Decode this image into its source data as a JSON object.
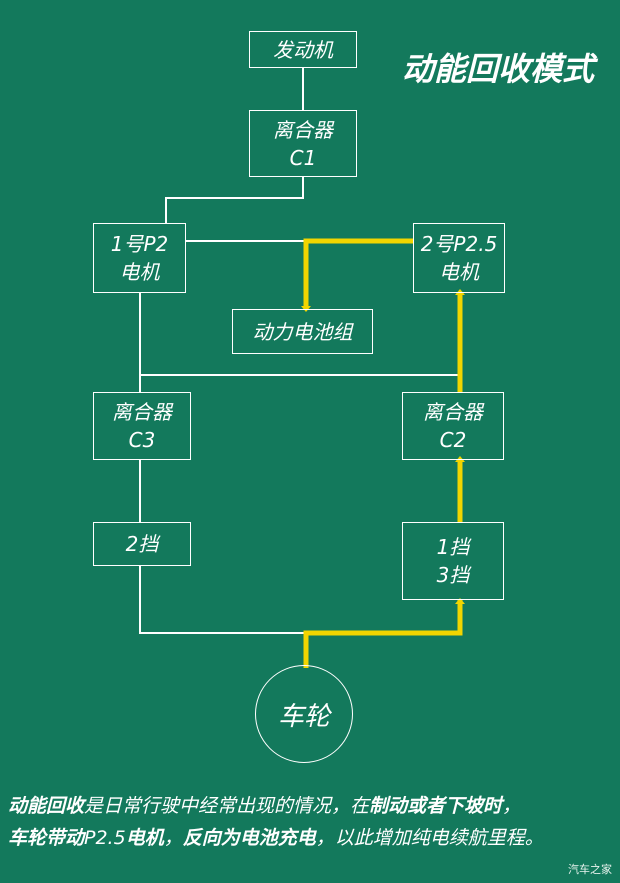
{
  "title": "动能回收模式",
  "nodes": {
    "engine": {
      "lines": [
        "发动机"
      ]
    },
    "clutch_c1": {
      "lines": [
        "离合器",
        "C1"
      ]
    },
    "motor_p2": {
      "lines": [
        "1号P2",
        "电机"
      ]
    },
    "motor_p25": {
      "lines": [
        "2号P2.5",
        "电机"
      ]
    },
    "battery": {
      "lines": [
        "动力电池组"
      ]
    },
    "clutch_c3": {
      "lines": [
        "离合器",
        "C3"
      ]
    },
    "clutch_c2": {
      "lines": [
        "离合器",
        "C2"
      ]
    },
    "gear_2": {
      "lines": [
        "2挡"
      ]
    },
    "gear_1_3": {
      "lines": [
        "1挡",
        "3挡"
      ]
    },
    "wheel": {
      "label": "车轮"
    }
  },
  "colors": {
    "background": "#13795c",
    "line": "#ffffff",
    "active_path": "#f2d500"
  },
  "caption": {
    "line1": [
      {
        "text": "动能回收",
        "bold": true
      },
      {
        "text": "是日常行驶中经常出现的情况，在",
        "bold": false
      },
      {
        "text": "制动或者下坡时",
        "bold": true
      },
      {
        "text": "，",
        "bold": false
      }
    ],
    "line2": [
      {
        "text": "车轮带动",
        "bold": true
      },
      {
        "text": "P2.5",
        "bold": false
      },
      {
        "text": "电机",
        "bold": true
      },
      {
        "text": "，",
        "bold": false
      },
      {
        "text": "反向为电池充电",
        "bold": true
      },
      {
        "text": "，以此增加纯电续航里程。",
        "bold": false
      }
    ]
  },
  "watermark": "汽车之家"
}
